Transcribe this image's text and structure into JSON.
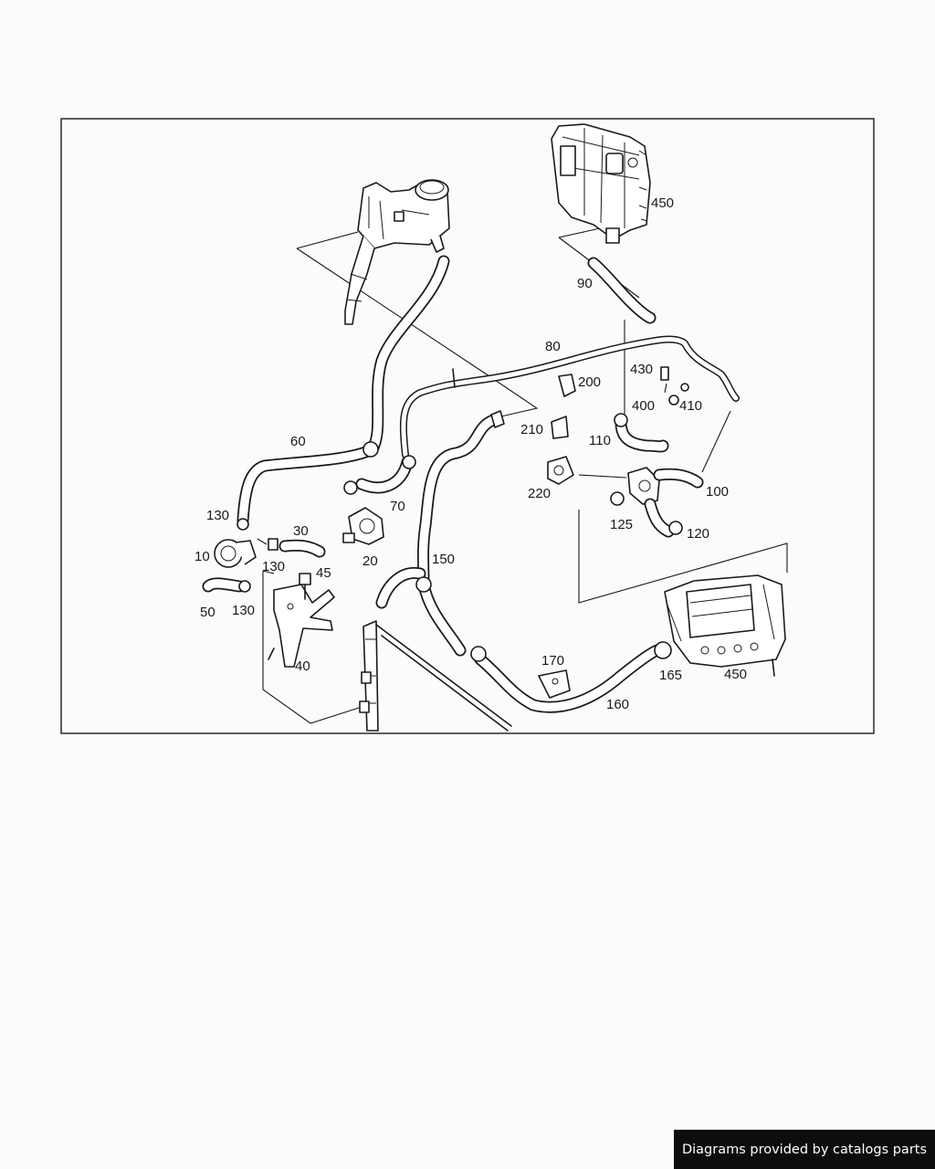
{
  "diagram": {
    "callouts": {
      "c450_top": "450",
      "c90": "90",
      "c80": "80",
      "c430": "430",
      "c400": "400",
      "c410": "410",
      "c200": "200",
      "c210": "210",
      "c110": "110",
      "c60": "60",
      "c70": "70",
      "c220": "220",
      "c100": "100",
      "c125": "125",
      "c120": "120",
      "c130_a": "130",
      "c30": "30",
      "c10": "10",
      "c130_b": "130",
      "c20": "20",
      "c150": "150",
      "c45": "45",
      "c50": "50",
      "c130_c": "130",
      "c40": "40",
      "c170": "170",
      "c165": "165",
      "c450_bottom": "450",
      "c160": "160"
    }
  },
  "footer": {
    "watermark": "Diagrams provided by catalogs parts"
  }
}
